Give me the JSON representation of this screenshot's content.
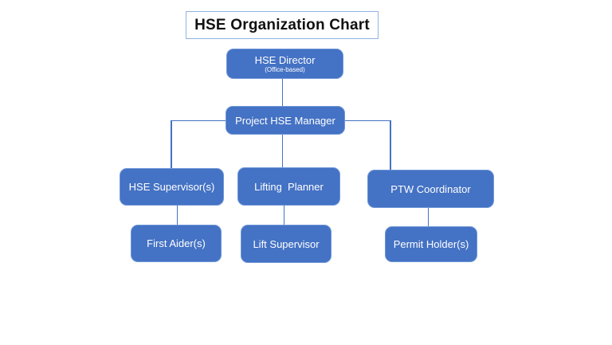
{
  "title": "HSE Organization Chart",
  "colors": {
    "box_fill": "#4472C4",
    "box_border": "#6E96D8",
    "connector": "#4472C4",
    "title_border": "#8FB3E2",
    "title_text": "#111111",
    "box_text": "#FFFFFF",
    "canvas_bg": "#FFFFFF"
  },
  "nodes": [
    {
      "id": "hse-director",
      "label": "HSE Director",
      "sublabel": "(Office-based)",
      "reports_to": null
    },
    {
      "id": "project-hse-manager",
      "label": "Project HSE Manager",
      "reports_to": "hse-director"
    },
    {
      "id": "hse-supervisors",
      "label": "HSE Supervisor(s)",
      "reports_to": "project-hse-manager"
    },
    {
      "id": "lifting-planner",
      "label": "Lifting  Planner",
      "reports_to": "project-hse-manager"
    },
    {
      "id": "ptw-coordinator",
      "label": "PTW Coordinator",
      "reports_to": "project-hse-manager"
    },
    {
      "id": "first-aiders",
      "label": "First Aider(s)",
      "reports_to": "hse-supervisors"
    },
    {
      "id": "lift-supervisor",
      "label": "Lift Supervisor",
      "reports_to": "lifting-planner"
    },
    {
      "id": "permit-holders",
      "label": "Permit Holder(s)",
      "reports_to": "ptw-coordinator"
    }
  ]
}
